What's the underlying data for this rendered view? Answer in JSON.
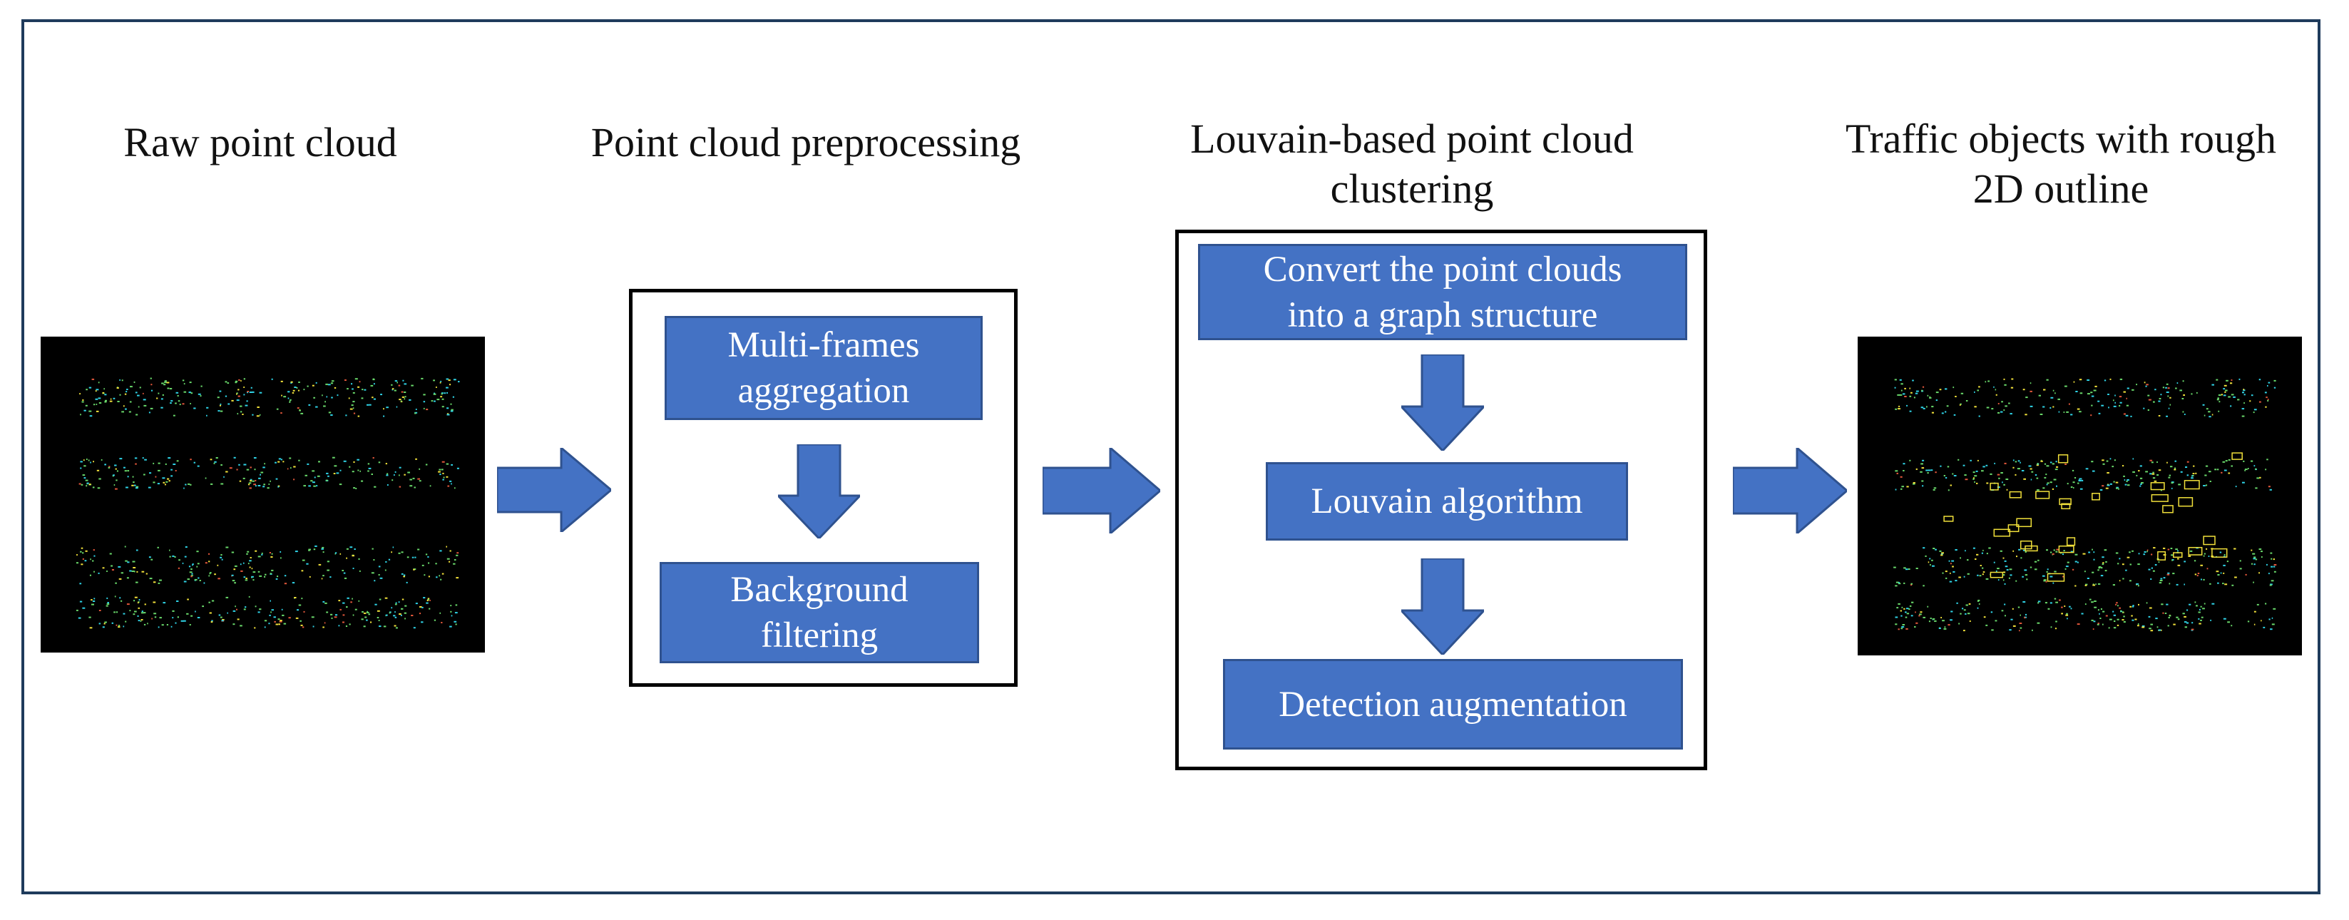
{
  "stages": {
    "raw": {
      "title": "Raw point cloud"
    },
    "preprocessing": {
      "title": "Point cloud preprocessing",
      "steps": [
        "Multi-frames\naggregation",
        "Background\nfiltering"
      ]
    },
    "clustering": {
      "title": "Louvain-based point cloud\nclustering",
      "steps": [
        "Convert the point clouds\ninto a graph structure",
        "Louvain algorithm",
        "Detection augmentation"
      ]
    },
    "output": {
      "title": "Traffic objects with rough\n2D outline"
    }
  },
  "colors": {
    "step_fill": "#4472c4",
    "step_border": "#2f528f",
    "arrow_fill": "#4472c4",
    "point_colors": [
      "#2fd3e6",
      "#f1e03a",
      "#69d86a",
      "#e0563a",
      "#ffffff"
    ]
  },
  "icons": {
    "right_arrow": "block-arrow-right",
    "down_arrow": "block-arrow-down"
  }
}
